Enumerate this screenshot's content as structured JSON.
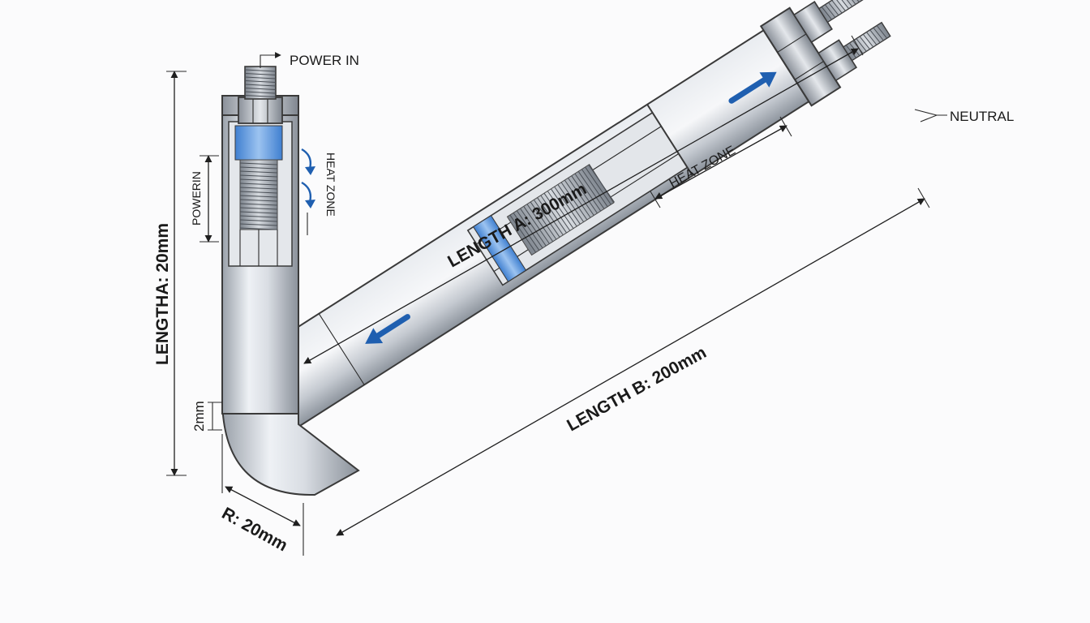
{
  "labels": {
    "power_in_top": "POWER IN",
    "neutral": "NEUTRAL",
    "heat_zone_vertical": "HEAT ZONE",
    "power_in_vertical": "POWERIN",
    "heat_zone_horizontal": "HEAT ZONE",
    "length_a": "LENGTH A: 300mm",
    "length_b": "LENGTH B: 200mm",
    "length_vertical": "LENGTHA:  20mm",
    "wall_thickness": "2mm",
    "radius": "R: 20mm"
  },
  "colors": {
    "steel_light": "#f2f4f7",
    "steel_mid": "#c3c9d1",
    "steel_dark": "#8e959e",
    "heat_blue": "#3d7fd0",
    "arrow_blue": "#1f5fb0",
    "outline": "#3a3a3a"
  },
  "icons": {
    "flow_arrow": "flow-arrow-icon",
    "curved_arrow": "curved-arrow-icon"
  }
}
